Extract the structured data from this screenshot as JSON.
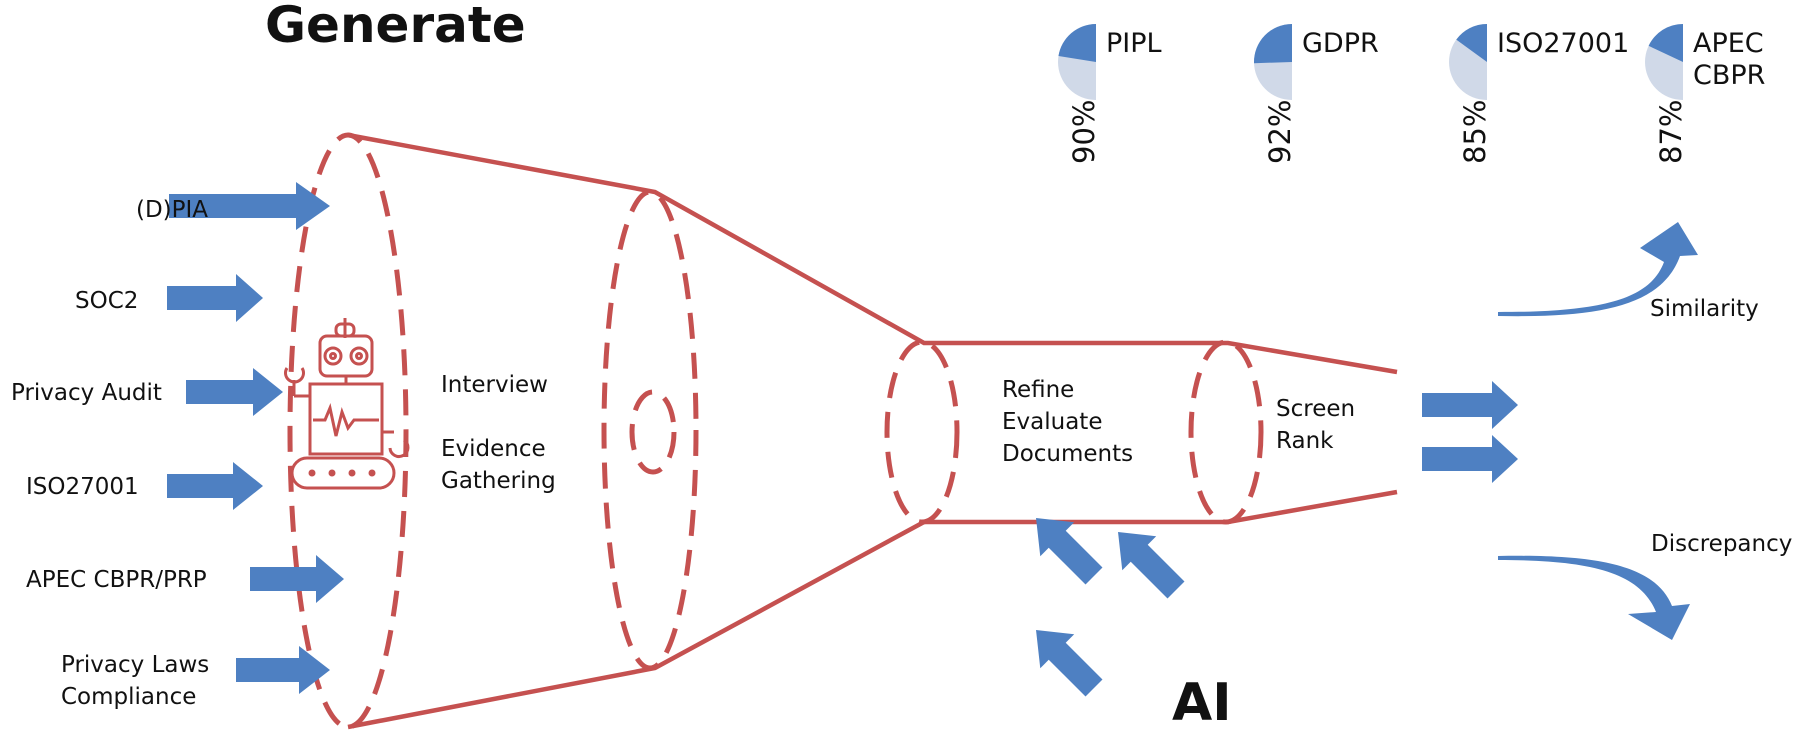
{
  "title": "Generate",
  "ai_label": "AI",
  "inputs": [
    "(D)PIA",
    "SOC2",
    "Privacy Audit",
    "ISO27001",
    "APEC CBPR/PRP",
    "Privacy Laws\nCompliance"
  ],
  "stage1": {
    "line1": "Interview",
    "line2": "Evidence",
    "line3": "Gathering"
  },
  "stage2": {
    "line1": "Refine",
    "line2": "Evaluate",
    "line3": "Documents"
  },
  "stage3": {
    "line1": "Screen",
    "line2": "Rank"
  },
  "outputs": {
    "similarity": "Similarity",
    "discrepancy": "Discrepancy"
  },
  "standards": [
    {
      "name": "PIPL",
      "percent": "90%",
      "value": 0.9
    },
    {
      "name": "GDPR",
      "percent": "92%",
      "value": 0.92
    },
    {
      "name": "ISO27001",
      "percent": "85%",
      "value": 0.85
    },
    {
      "name": "APEC\nCBPR",
      "percent": "87%",
      "value": 0.87
    }
  ],
  "colors": {
    "funnel": "#c55150",
    "arrow": "#4e80c2",
    "gauge_track": "#d0d9e8",
    "gauge_fill": "#4e80c2"
  },
  "icons": {
    "robot": "robot-icon"
  }
}
